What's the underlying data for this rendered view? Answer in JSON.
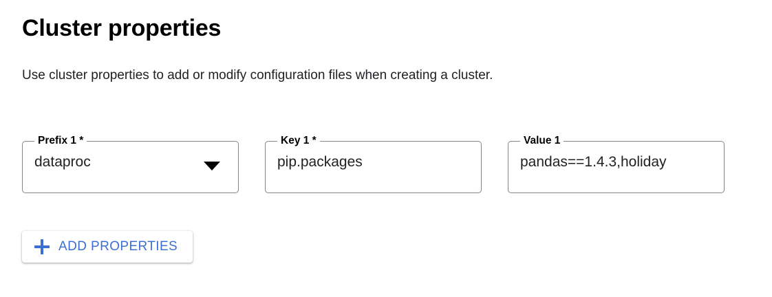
{
  "header": {
    "title": "Cluster properties",
    "description": "Use cluster properties to add or modify configuration files when creating a cluster."
  },
  "theme": {
    "accent_blue": "#3b6fd4",
    "field_border": "#80868b",
    "text_primary": "#202124",
    "background": "#ffffff"
  },
  "properties_row": {
    "prefix": {
      "label": "Prefix 1 *",
      "value": "dataproc",
      "control": "select",
      "icon": "chevron-down-icon",
      "required": true
    },
    "key": {
      "label": "Key 1 *",
      "value": "pip.packages",
      "control": "text",
      "required": true
    },
    "value": {
      "label": "Value 1",
      "value": "pandas==1.4.3,holiday",
      "control": "text",
      "required": false
    }
  },
  "actions": {
    "add_properties": {
      "label": "ADD PROPERTIES",
      "icon": "plus-icon"
    }
  }
}
